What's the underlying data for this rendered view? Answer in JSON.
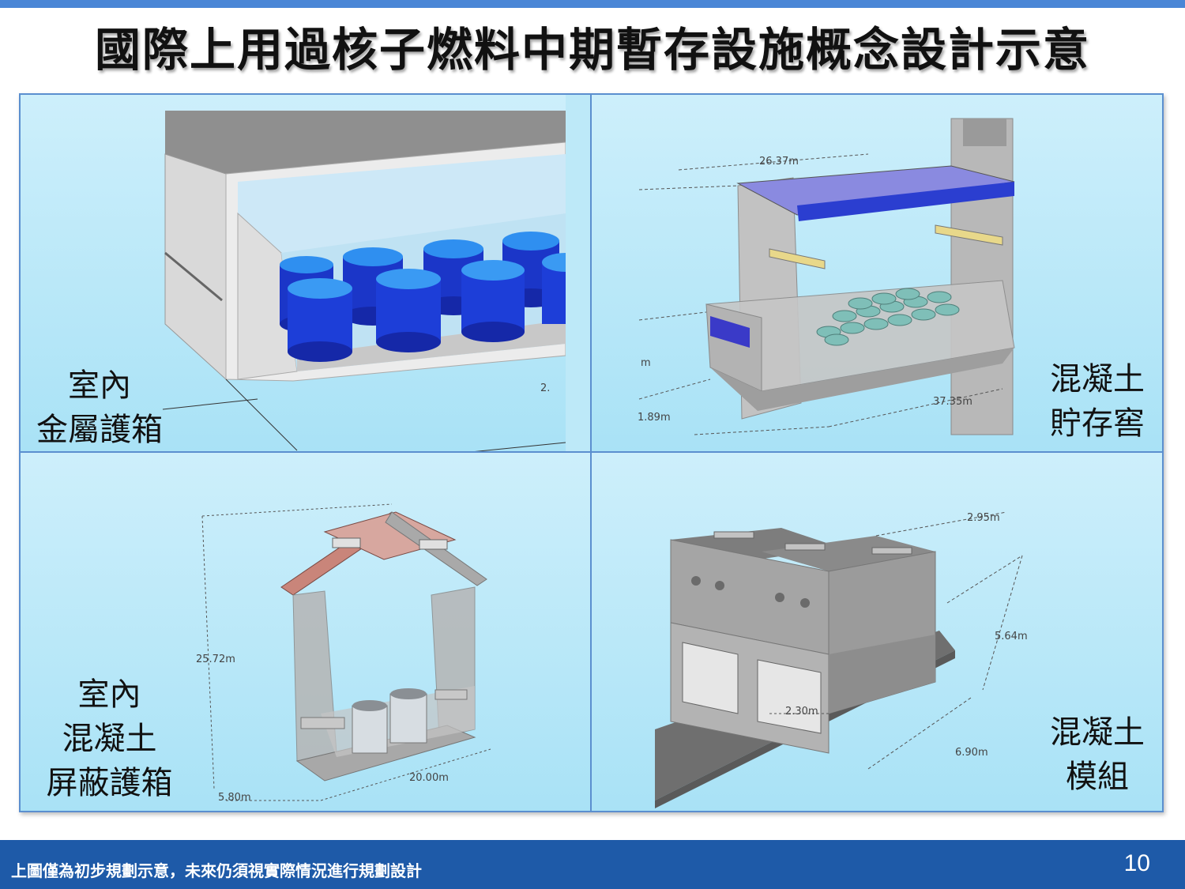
{
  "title": "國際上用過核子燃料中期暫存設施概念設計示意",
  "panels": {
    "top_left": {
      "label_lines": [
        "室內",
        "金屬護箱"
      ],
      "dimension": "2."
    },
    "top_right": {
      "label_lines": [
        "混凝土",
        "貯存窖"
      ],
      "dimensions": [
        "26.37m",
        "37.35m",
        "1.89m",
        "m"
      ]
    },
    "bottom_left": {
      "label_lines": [
        "室內",
        "混凝土",
        "屏蔽護箱"
      ],
      "dimensions": [
        "25.72m",
        "20.00m",
        "5.80m"
      ]
    },
    "bottom_right": {
      "label_lines": [
        "混凝土",
        "模組"
      ],
      "dimensions": [
        "2.95m",
        "5.64m",
        "2.30m",
        "6.90m"
      ]
    }
  },
  "footer": {
    "note": "上圖僅為初步規劃示意，未來仍須視實際情況進行規劃設計",
    "page_number": "10"
  },
  "colors": {
    "header_bar": "#1e5aa8",
    "panel_bg": "#bde9f8",
    "cask_blue": "#1f3fd6"
  }
}
